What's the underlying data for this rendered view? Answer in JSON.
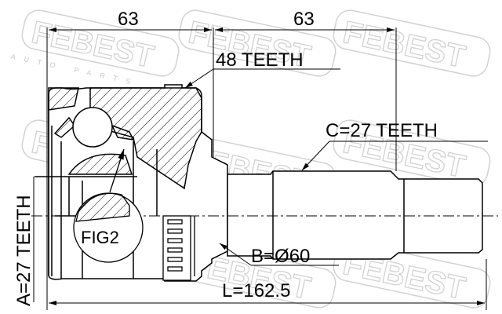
{
  "watermark": {
    "brand": "FEBEST",
    "tagline": "AUTO PARTS"
  },
  "dimensions": {
    "left_width": "63",
    "right_width": "63",
    "outer_teeth": "48 TEETH",
    "shaft_teeth": "C=27 TEETH",
    "seal_diameter": "B=Ø60",
    "length": "L=162.5",
    "inner_teeth": "A=27 TEETH",
    "detail_label": "FIG2"
  }
}
